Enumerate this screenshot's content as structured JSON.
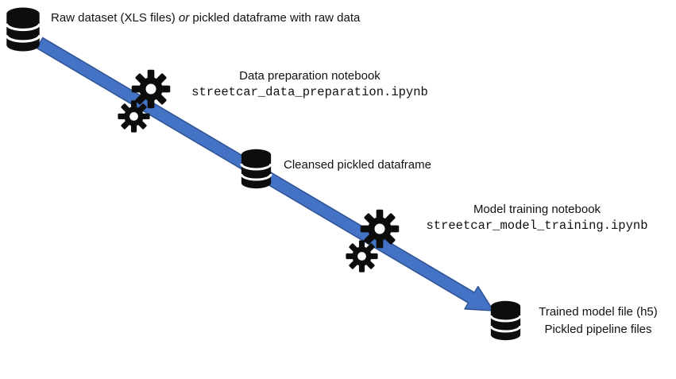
{
  "diagram": {
    "background": "#ffffff",
    "arrow_color": "#4472C4",
    "arrow_border": "#2e5395",
    "icon_color": "#0d0d0d",
    "nodes": {
      "raw_data": {
        "icon": "database-icon",
        "label_prefix": "Raw dataset (XLS files) ",
        "label_italic": "or",
        "label_suffix": " pickled dataframe with raw data"
      },
      "data_prep": {
        "icon": "gears-icon",
        "title": "Data preparation notebook",
        "filename": "streetcar_data_preparation.ipynb"
      },
      "cleansed": {
        "icon": "database-icon",
        "label": "Cleansed pickled dataframe"
      },
      "model_training": {
        "icon": "gears-icon",
        "title": "Model training notebook",
        "filename": "streetcar_model_training.ipynb"
      },
      "trained_model": {
        "icon": "database-icon",
        "label_line1": "Trained model file (h5)",
        "label_line2": "Pickled pipeline files"
      }
    }
  }
}
